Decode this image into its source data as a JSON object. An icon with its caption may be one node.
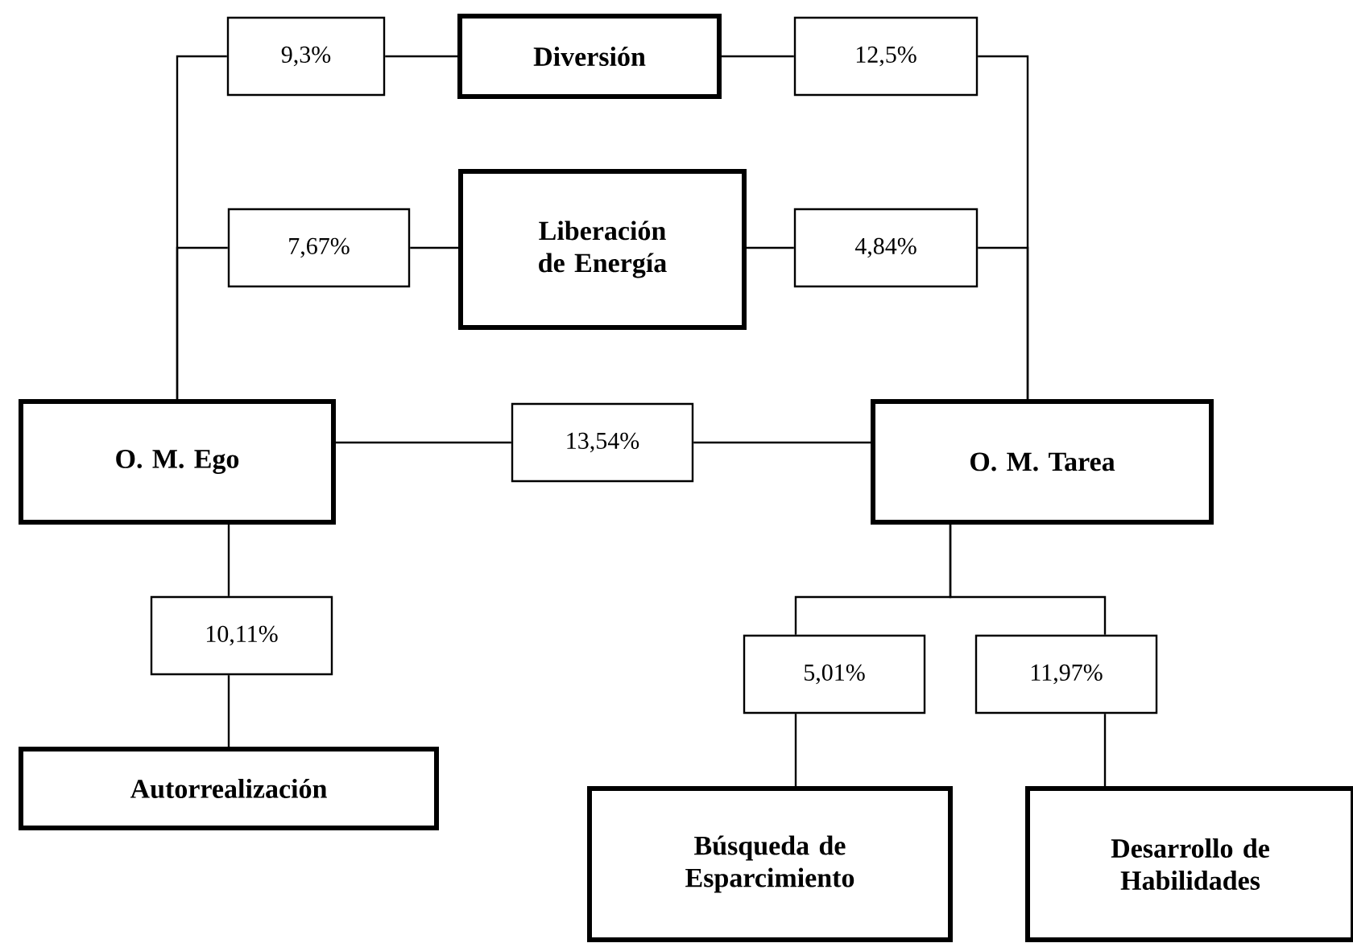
{
  "diagram": {
    "nodes": [
      {
        "text": [
          "9,3%"
        ]
      },
      {
        "text": [
          "Diversión"
        ]
      },
      {
        "text": [
          "12,5%"
        ]
      },
      {
        "text": [
          "7,67%"
        ]
      },
      {
        "text": [
          "Liberación de Energía"
        ]
      },
      {
        "text": [
          "4,84%"
        ]
      },
      {
        "text": [
          "O. M. Ego"
        ]
      },
      {
        "text": [
          "13,54%"
        ]
      },
      {
        "text": [
          "O. M. Tarea"
        ]
      },
      {
        "text": [
          "10,11%"
        ]
      },
      {
        "text": [
          "Autorrealización"
        ]
      },
      {
        "text": [
          "5,01%"
        ]
      },
      {
        "text": [
          "11,97%"
        ]
      },
      {
        "text": [
          "Búsqueda de Esparcimiento"
        ]
      },
      {
        "text": [
          "Desarrollo de Habilidades"
        ]
      }
    ],
    "edges": [
      {
        "from": 6,
        "to": 0,
        "arrow": "none"
      },
      {
        "from": 0,
        "to": 1,
        "arrow": "none"
      },
      {
        "from": 1,
        "to": 2,
        "arrow": "none"
      },
      {
        "from": 2,
        "to": 8,
        "arrow": "none"
      },
      {
        "from": 6,
        "to": 3,
        "arrow": "none"
      },
      {
        "from": 3,
        "to": 4,
        "arrow": "none"
      },
      {
        "from": 4,
        "to": 5,
        "arrow": "none"
      },
      {
        "from": 5,
        "to": 8,
        "arrow": "none"
      },
      {
        "from": 6,
        "to": 7,
        "arrow": "none"
      },
      {
        "from": 7,
        "to": 8,
        "arrow": "none"
      },
      {
        "from": 6,
        "to": 9,
        "arrow": "none"
      },
      {
        "from": 9,
        "to": 10,
        "arrow": "none"
      },
      {
        "from": 8,
        "to": 11,
        "arrow": "none"
      },
      {
        "from": 8,
        "to": 12,
        "arrow": "none"
      },
      {
        "from": 11,
        "to": 13,
        "arrow": "none"
      },
      {
        "from": 12,
        "to": 14,
        "arrow": "none"
      }
    ]
  }
}
